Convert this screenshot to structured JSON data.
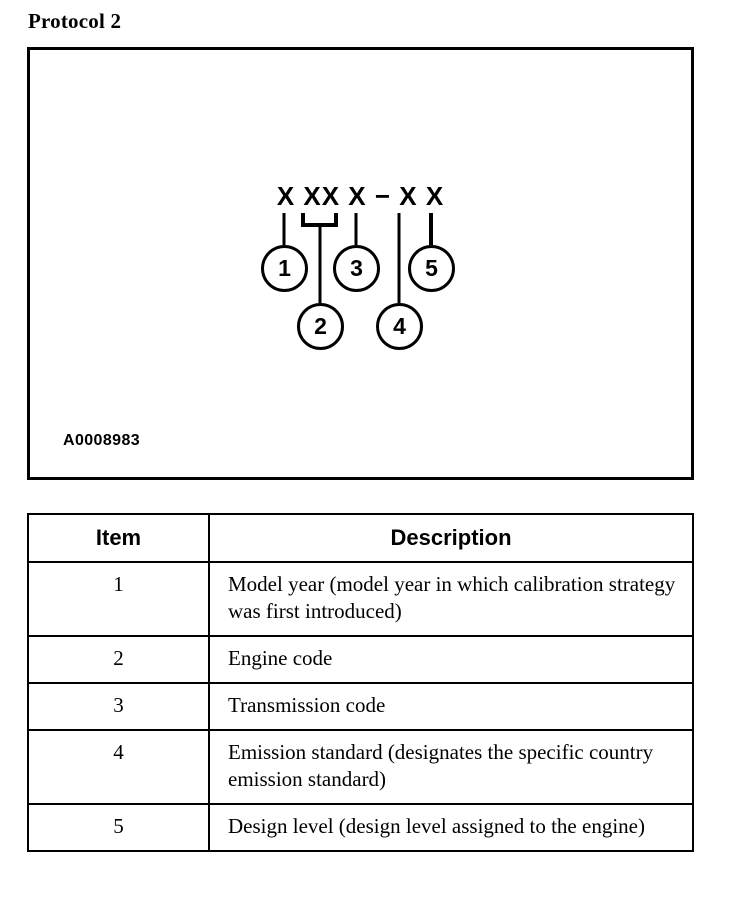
{
  "document": {
    "title": "Protocol 2",
    "figure_id": "A0008983"
  },
  "figure": {
    "code_string": "X XX X − X X",
    "callouts": [
      {
        "number": "1",
        "points_to": "first-x"
      },
      {
        "number": "2",
        "points_to": "xx-pair"
      },
      {
        "number": "3",
        "points_to": "third-group-x"
      },
      {
        "number": "4",
        "points_to": "x-after-dash"
      },
      {
        "number": "5",
        "points_to": "last-x"
      }
    ]
  },
  "table": {
    "headers": {
      "item": "Item",
      "description": "Description"
    },
    "rows": [
      {
        "item": "1",
        "description": "Model year (model year in which calibration strategy was first introduced)"
      },
      {
        "item": "2",
        "description": "Engine code"
      },
      {
        "item": "3",
        "description": "Transmission code"
      },
      {
        "item": "4",
        "description": "Emission standard (designates the specific country emission standard)"
      },
      {
        "item": "5",
        "description": "Design level (design level assigned to the engine)"
      }
    ]
  },
  "colors": {
    "ink": "#000000",
    "paper": "#ffffff"
  }
}
